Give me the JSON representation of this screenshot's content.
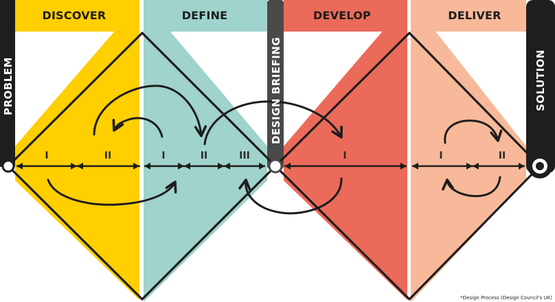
{
  "phases": [
    {
      "title": "DISCOVER",
      "color": "#ffcf00"
    },
    {
      "title": "DEFINE",
      "color": "#9fd3cb"
    },
    {
      "title": "DEVELOP",
      "color": "#ec6a5a"
    },
    {
      "title": "DELIVER",
      "color": "#f8b99a"
    }
  ],
  "bars": {
    "problem": "PROBLEM",
    "briefing": "DESIGN BRIEFING",
    "solution": "SOLUTION"
  },
  "stages": {
    "discover_1": "I",
    "discover_2": "II",
    "define_1": "I",
    "define_2": "II",
    "define_3": "III",
    "develop_1": "I",
    "deliver_1": "I",
    "deliver_2": "II"
  },
  "caption": "*Design Process (Design Council's UK)",
  "colors": {
    "bar": "#1e1e1e",
    "briefing_bar": "#4a4a4a",
    "line": "#1d1d1d"
  }
}
